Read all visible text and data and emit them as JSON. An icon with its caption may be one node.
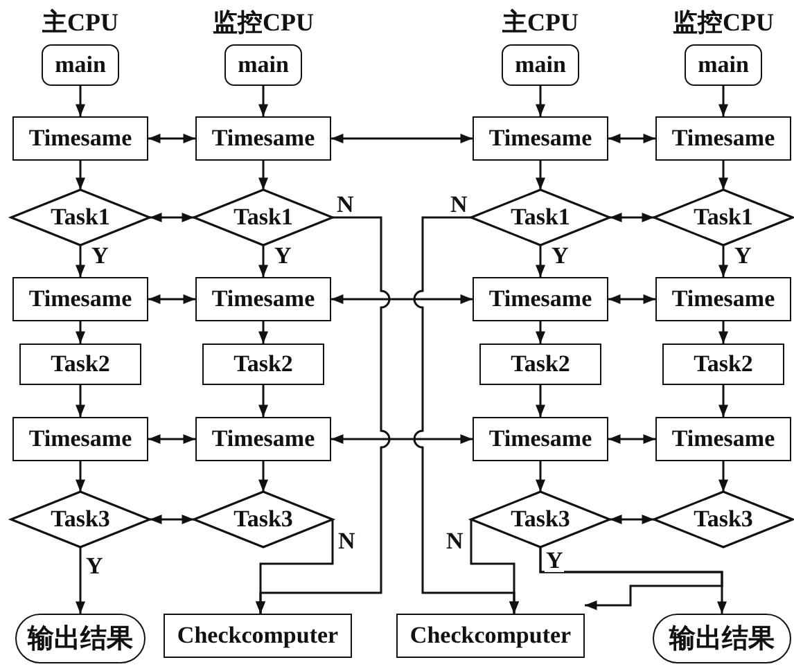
{
  "diagram": {
    "nodes": [
      {
        "text": [
          "main"
        ]
      },
      {
        "text": [
          "main"
        ]
      },
      {
        "text": [
          "main"
        ]
      },
      {
        "text": [
          "main"
        ]
      },
      {
        "text": [
          "Timesame"
        ]
      },
      {
        "text": [
          "Timesame"
        ]
      },
      {
        "text": [
          "Timesame"
        ]
      },
      {
        "text": [
          "Timesame"
        ]
      },
      {
        "text": [
          "Task1"
        ]
      },
      {
        "text": [
          "Task1"
        ]
      },
      {
        "text": [
          "Task1"
        ]
      },
      {
        "text": [
          "Task1"
        ]
      },
      {
        "text": [
          "Timesame"
        ]
      },
      {
        "text": [
          "Timesame"
        ]
      },
      {
        "text": [
          "Timesame"
        ]
      },
      {
        "text": [
          "Timesame"
        ]
      },
      {
        "text": [
          "Task2"
        ]
      },
      {
        "text": [
          "Task2"
        ]
      },
      {
        "text": [
          "Task2"
        ]
      },
      {
        "text": [
          "Task2"
        ]
      },
      {
        "text": [
          "Timesame"
        ]
      },
      {
        "text": [
          "Timesame"
        ]
      },
      {
        "text": [
          "Timesame"
        ]
      },
      {
        "text": [
          "Timesame"
        ]
      },
      {
        "text": [
          "Task3"
        ]
      },
      {
        "text": [
          "Task3"
        ]
      },
      {
        "text": [
          "Task3"
        ]
      },
      {
        "text": [
          "Task3"
        ]
      },
      {
        "text": [
          "输出结果"
        ]
      },
      {
        "text": [
          "Checkcomputer"
        ]
      },
      {
        "text": [
          "Checkcomputer"
        ]
      },
      {
        "text": [
          "输出结果"
        ]
      }
    ],
    "edges": [
      {
        "from": 0,
        "to": 4,
        "arrow": "to"
      },
      {
        "from": 4,
        "to": 8,
        "arrow": "to"
      },
      {
        "from": 8,
        "to": 12,
        "arrow": "to",
        "label": "Y"
      },
      {
        "from": 12,
        "to": 16,
        "arrow": "to"
      },
      {
        "from": 16,
        "to": 20,
        "arrow": "to"
      },
      {
        "from": 20,
        "to": 24,
        "arrow": "to"
      },
      {
        "from": 1,
        "to": 5,
        "arrow": "to"
      },
      {
        "from": 5,
        "to": 9,
        "arrow": "to"
      },
      {
        "from": 9,
        "to": 13,
        "arrow": "to",
        "label": "Y"
      },
      {
        "from": 13,
        "to": 17,
        "arrow": "to"
      },
      {
        "from": 17,
        "to": 21,
        "arrow": "to"
      },
      {
        "from": 21,
        "to": 25,
        "arrow": "to"
      },
      {
        "from": 2,
        "to": 6,
        "arrow": "to"
      },
      {
        "from": 6,
        "to": 10,
        "arrow": "to"
      },
      {
        "from": 10,
        "to": 14,
        "arrow": "to",
        "label": "Y"
      },
      {
        "from": 14,
        "to": 18,
        "arrow": "to"
      },
      {
        "from": 18,
        "to": 22,
        "arrow": "to"
      },
      {
        "from": 22,
        "to": 26,
        "arrow": "to"
      },
      {
        "from": 3,
        "to": 7,
        "arrow": "to"
      },
      {
        "from": 7,
        "to": 11,
        "arrow": "to"
      },
      {
        "from": 11,
        "to": 15,
        "arrow": "to",
        "label": "Y"
      },
      {
        "from": 15,
        "to": 19,
        "arrow": "to"
      },
      {
        "from": 19,
        "to": 23,
        "arrow": "to"
      },
      {
        "from": 23,
        "to": 27,
        "arrow": "to"
      },
      {
        "from": 24,
        "to": 28,
        "arrow": "to",
        "label": "Y"
      },
      {
        "from": 25,
        "to": 29,
        "arrow": "to",
        "label": "N"
      },
      {
        "from": 9,
        "to": 29,
        "arrow": "to",
        "label": "N"
      },
      {
        "from": 10,
        "to": 30,
        "arrow": "to",
        "label": "N"
      },
      {
        "from": 26,
        "to": 30,
        "arrow": "to",
        "label": "N"
      },
      {
        "from": 26,
        "to": 31,
        "arrow": "to",
        "label": "Y"
      },
      {
        "from": 26,
        "to": 30,
        "arrow": "to"
      },
      {
        "from": 4,
        "to": 5,
        "arrow": "both"
      },
      {
        "from": 8,
        "to": 9,
        "arrow": "both"
      },
      {
        "from": 12,
        "to": 13,
        "arrow": "both"
      },
      {
        "from": 20,
        "to": 21,
        "arrow": "both"
      },
      {
        "from": 24,
        "to": 25,
        "arrow": "both"
      },
      {
        "from": 6,
        "to": 7,
        "arrow": "both"
      },
      {
        "from": 10,
        "to": 11,
        "arrow": "both"
      },
      {
        "from": 14,
        "to": 15,
        "arrow": "both"
      },
      {
        "from": 22,
        "to": 23,
        "arrow": "both"
      },
      {
        "from": 26,
        "to": 27,
        "arrow": "both"
      },
      {
        "from": 5,
        "to": 6,
        "arrow": "both"
      },
      {
        "from": 13,
        "to": 14,
        "arrow": "both"
      },
      {
        "from": 21,
        "to": 22,
        "arrow": "both"
      }
    ],
    "labels": [
      "主CPU",
      "监控CPU",
      "主CPU",
      "监控CPU"
    ]
  }
}
